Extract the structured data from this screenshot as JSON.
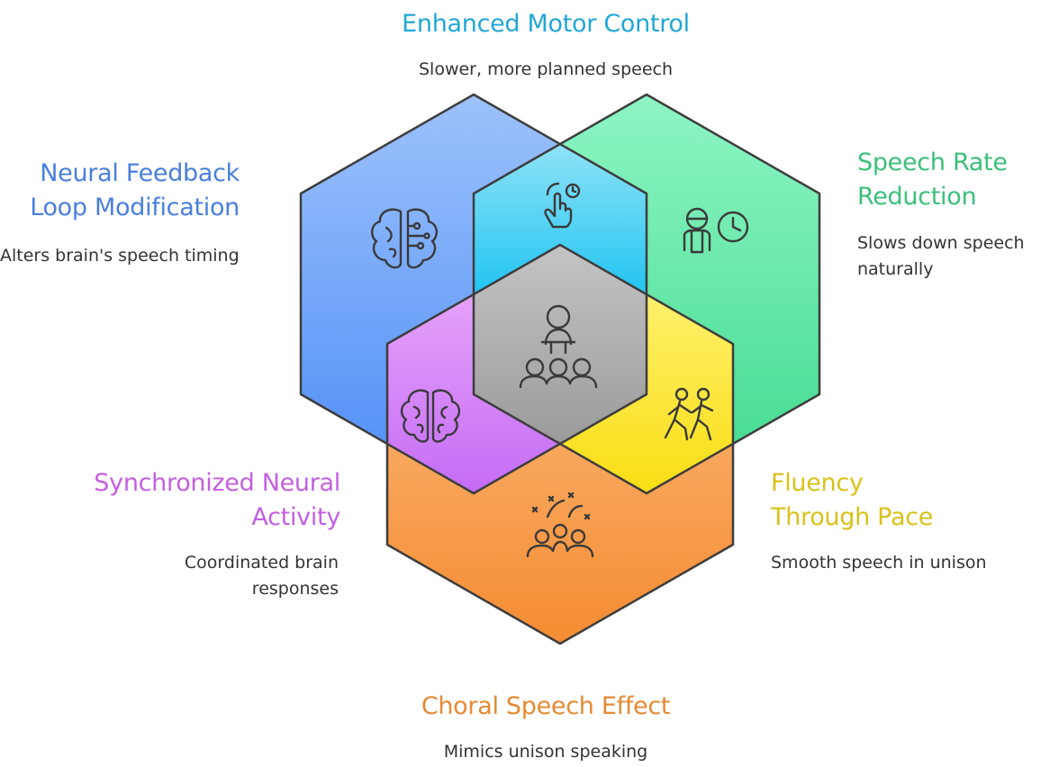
{
  "colors": {
    "outline": "#3d3d3d",
    "icon": "#3a3a3a",
    "desc": "#333333"
  },
  "sections": {
    "top": {
      "title": "Enhanced Motor Control",
      "desc": "Slower, more planned speech",
      "title_color": "#22a7d6"
    },
    "upper_left": {
      "title": "Neural Feedback Loop Modification",
      "desc": "Alters brain's speech timing",
      "title_color": "#4a7fde"
    },
    "upper_right": {
      "title": "Speech Rate Reduction",
      "desc": "Slows down speech naturally",
      "title_color": "#3bbf7a"
    },
    "lower_left": {
      "title": "Synchronized Neural Activity",
      "desc": "Coordinated brain responses",
      "title_color": "#c45fe0"
    },
    "lower_right": {
      "title": "Fluency Through Pace",
      "desc": "Smooth speech in unison",
      "title_color": "#d8c21a"
    },
    "bottom": {
      "title": "Choral Speech Effect",
      "desc": "Mimics unison speaking",
      "title_color": "#e58a33"
    }
  },
  "icons": {
    "upper_left": "brain-circuit-icon",
    "top": "touch-timer-icon",
    "upper_right": "person-clock-icon",
    "center": "speaker-audience-icon",
    "lower_left": "brain-icon",
    "lower_right": "walking-pair-icon",
    "bottom": "group-celebration-icon"
  }
}
